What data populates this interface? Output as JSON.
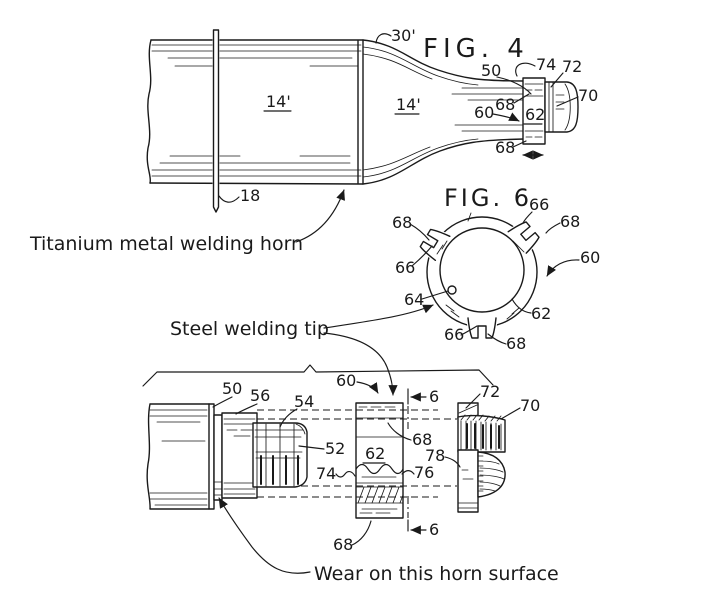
{
  "colors": {
    "ink": "#1a1a1a",
    "paper": "#ffffff"
  },
  "annotations": {
    "welding_horn": "Titanium metal welding horn",
    "welding_tip": "Steel welding tip",
    "wear_note": "Wear on this horn surface"
  },
  "fig4": {
    "title": "FIG. 4",
    "refs": {
      "r30": "30'",
      "r50": "50",
      "r74": "74",
      "r72": "72",
      "r70": "70",
      "r68a": "68",
      "r60": "60",
      "r62": "62",
      "r68b": "68",
      "r14a": "14'",
      "r14b": "14'",
      "r18": "18"
    }
  },
  "fig6": {
    "title": "FIG. 6",
    "refs": {
      "r66t": "66",
      "r68tl": "68",
      "r68tr": "68",
      "r66l": "66",
      "r60": "60",
      "r64": "64",
      "r62": "62",
      "r66b": "66",
      "r68b": "68"
    }
  },
  "assembly": {
    "refs": {
      "r50": "50",
      "r56": "56",
      "r54": "54",
      "r60": "60",
      "r52": "52",
      "r74": "74",
      "r68r": "68",
      "r62": "62",
      "r76": "76",
      "r78": "78",
      "r68b": "68",
      "r72": "72",
      "r70": "70",
      "r6top": "6",
      "r6bot": "6"
    }
  }
}
